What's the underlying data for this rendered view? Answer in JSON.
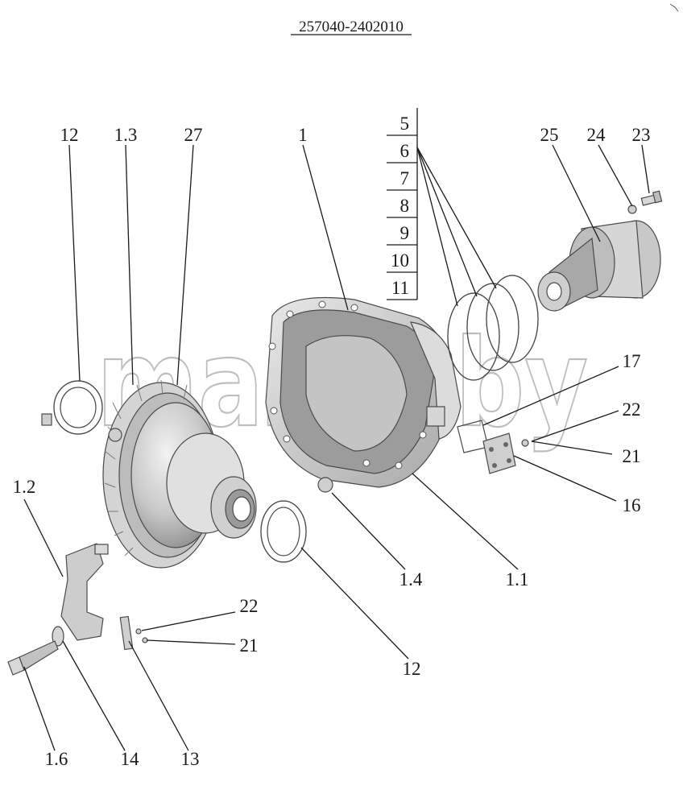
{
  "title": "257040-2402010",
  "watermark": "mazik.by",
  "colors": {
    "ink": "#1a1a1a",
    "metal": "#cfcfcf",
    "metal_dark": "#8c8c8c",
    "metal_light": "#e6e6e6"
  },
  "callouts": {
    "c12a": "12",
    "c1_3": "1.3",
    "c27": "27",
    "c1": "1",
    "c25": "25",
    "c24": "24",
    "c23": "23",
    "c17": "17",
    "c22a": "22",
    "c21a": "21",
    "c16": "16",
    "c1_2": "1.2",
    "c1_4": "1.4",
    "c1_1": "1.1",
    "c22b": "22",
    "c21b": "21",
    "c12b": "12",
    "c1_6": "1.6",
    "c14": "14",
    "c13": "13"
  },
  "shim_table": [
    "5",
    "6",
    "7",
    "8",
    "9",
    "10",
    "11"
  ]
}
